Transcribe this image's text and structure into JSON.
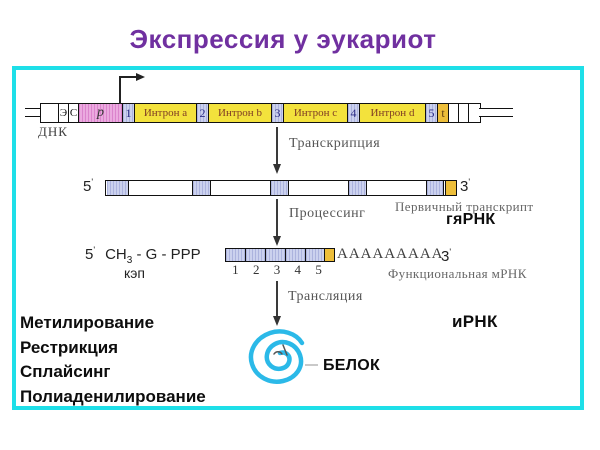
{
  "title": "Экспрессия у эукариот",
  "colors": {
    "title": "#7030A0",
    "frame": "#1EDFE8",
    "yellow": "#F3E23C",
    "gold": "#EDBE3A",
    "lavender": "#CBD1EE",
    "pink": "#EBA9DF",
    "spiral": "#2BB9E8",
    "intron_text": "#7E3B24",
    "exon_number": "#2D2D86"
  },
  "dna": {
    "label": "ДНК",
    "enhancer": [
      "Э",
      "С"
    ],
    "promoter": "p",
    "exons": [
      "1",
      "2",
      "3",
      "4",
      "5"
    ],
    "introns": [
      "Интрон a",
      "Интрон b",
      "Интрон c",
      "Интрон d"
    ],
    "terminator": "t"
  },
  "steps": {
    "transcription": "Транскрипция",
    "processing": "Процессинг",
    "translation": "Трансляция"
  },
  "primary_transcript": {
    "five_prime": "5",
    "three_prime": "3",
    "prime": "'",
    "caption": "Первичный транскрипт",
    "name": "гяРНК"
  },
  "mrna": {
    "cap": {
      "five": "5",
      "prime": "'",
      "ch": "CH",
      "sub": "3",
      "rest": " - G - PPP",
      "label": "кэп"
    },
    "exon_numbers": [
      "1",
      "2",
      "3",
      "4",
      "5"
    ],
    "polya": "ААААААААА",
    "three_prime": "3",
    "prime": "'",
    "caption": "Функциональная мРНК",
    "name": "иРНК"
  },
  "protein": {
    "label": "БЕЛОК"
  },
  "left_list": {
    "items": [
      "Метилирование",
      "Рестрикция",
      "Сплайсинг",
      "Полиаденилирование"
    ]
  }
}
